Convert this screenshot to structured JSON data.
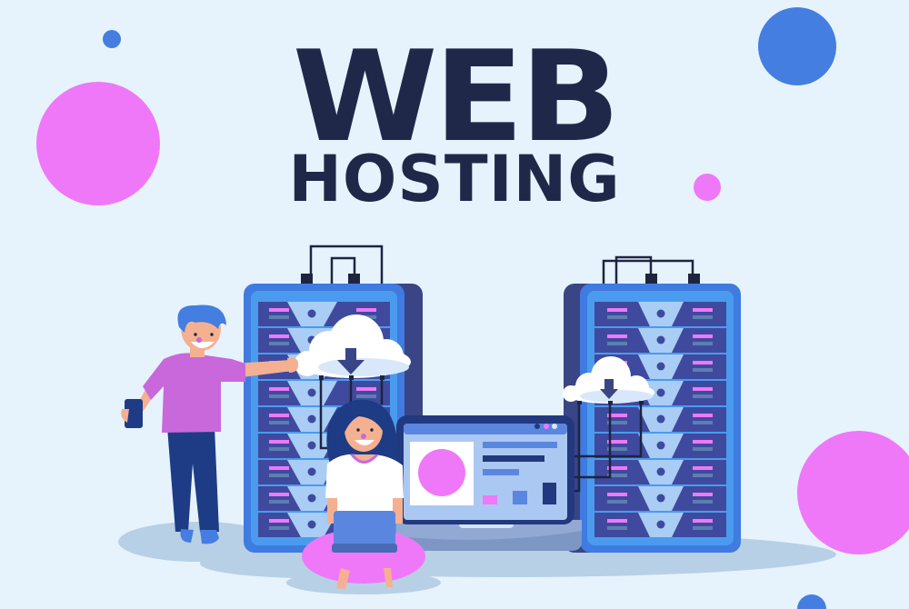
{
  "banner": {
    "title": "WEB",
    "subtitle": "HOSTING"
  },
  "colors": {
    "background": "#E6F3FD",
    "title": "#20284A",
    "pink": "#EF78F8",
    "blue": "#447EE0",
    "rack_frame": "#3F7BE0",
    "rack_inner": "#4A9BEE",
    "rack_unit": "#3F4A9E",
    "rack_back": "#3A4585",
    "funnel": "#A9CDF5",
    "cable": "#1E2440",
    "cloud": "#FFFFFF",
    "cloud_shade": "#D8E8FA",
    "laptop_frame": "#22397F",
    "laptop_screen": "#ABC8F2",
    "shadow": "#B8D0E6"
  },
  "scene": {
    "server_racks": [
      {
        "id": "left",
        "units": 9
      },
      {
        "id": "right",
        "units": 9
      }
    ],
    "clouds": [
      {
        "id": "left",
        "icon": "download-arrow-icon"
      },
      {
        "id": "right",
        "icon": "download-arrow-icon"
      }
    ],
    "laptop_window_dots": [
      "#22397F",
      "#EF78F8",
      "#DDE9FB"
    ],
    "characters": [
      {
        "id": "man",
        "holding": "phone"
      },
      {
        "id": "woman",
        "holding": "laptop"
      }
    ]
  }
}
